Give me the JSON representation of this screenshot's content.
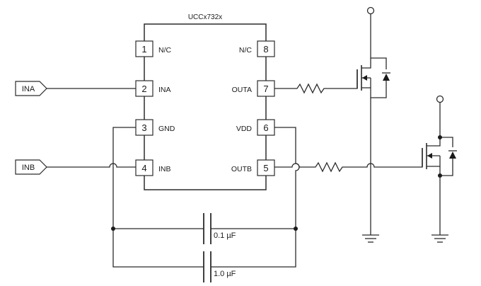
{
  "ic": {
    "title": "UCCx732x",
    "pins_left": [
      {
        "num": "1",
        "label": "N/C"
      },
      {
        "num": "2",
        "label": "INA"
      },
      {
        "num": "3",
        "label": "GND"
      },
      {
        "num": "4",
        "label": "INB"
      }
    ],
    "pins_right": [
      {
        "num": "8",
        "label": "N/C"
      },
      {
        "num": "7",
        "label": "OUTA"
      },
      {
        "num": "6",
        "label": "VDD"
      },
      {
        "num": "5",
        "label": "OUTB"
      }
    ]
  },
  "inputs": {
    "ina": "INA",
    "inb": "INB"
  },
  "capacitors": {
    "c1": "0.1 µF",
    "c2": "1.0 µF"
  }
}
